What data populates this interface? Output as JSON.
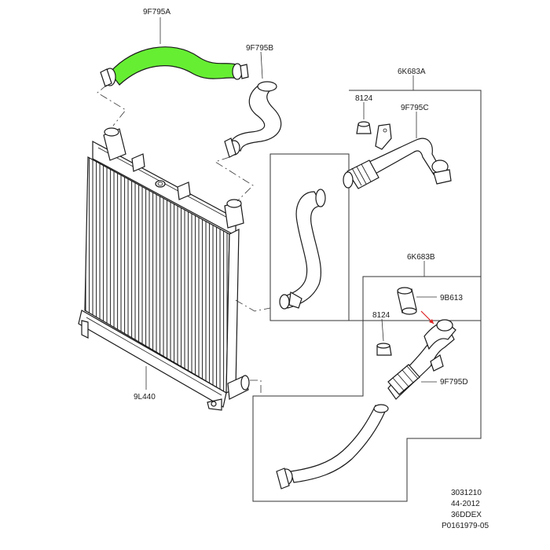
{
  "labels": {
    "hose_top": "9F795A",
    "hose_b": "9F795B",
    "kit_a": "6K683A",
    "clip_a": "8124",
    "hose_c": "9F795C",
    "kit_b": "6K683B",
    "sleeve": "9B613",
    "clip_b": "8124",
    "hose_d": "9F795D",
    "cooler": "9L440"
  },
  "footer": {
    "line1": "3031210",
    "line2": "44-2012",
    "line3": "36DDEX",
    "line4": "P0161979-05"
  },
  "colors": {
    "highlight": "#66ee33",
    "line": "#1a1a1a"
  }
}
